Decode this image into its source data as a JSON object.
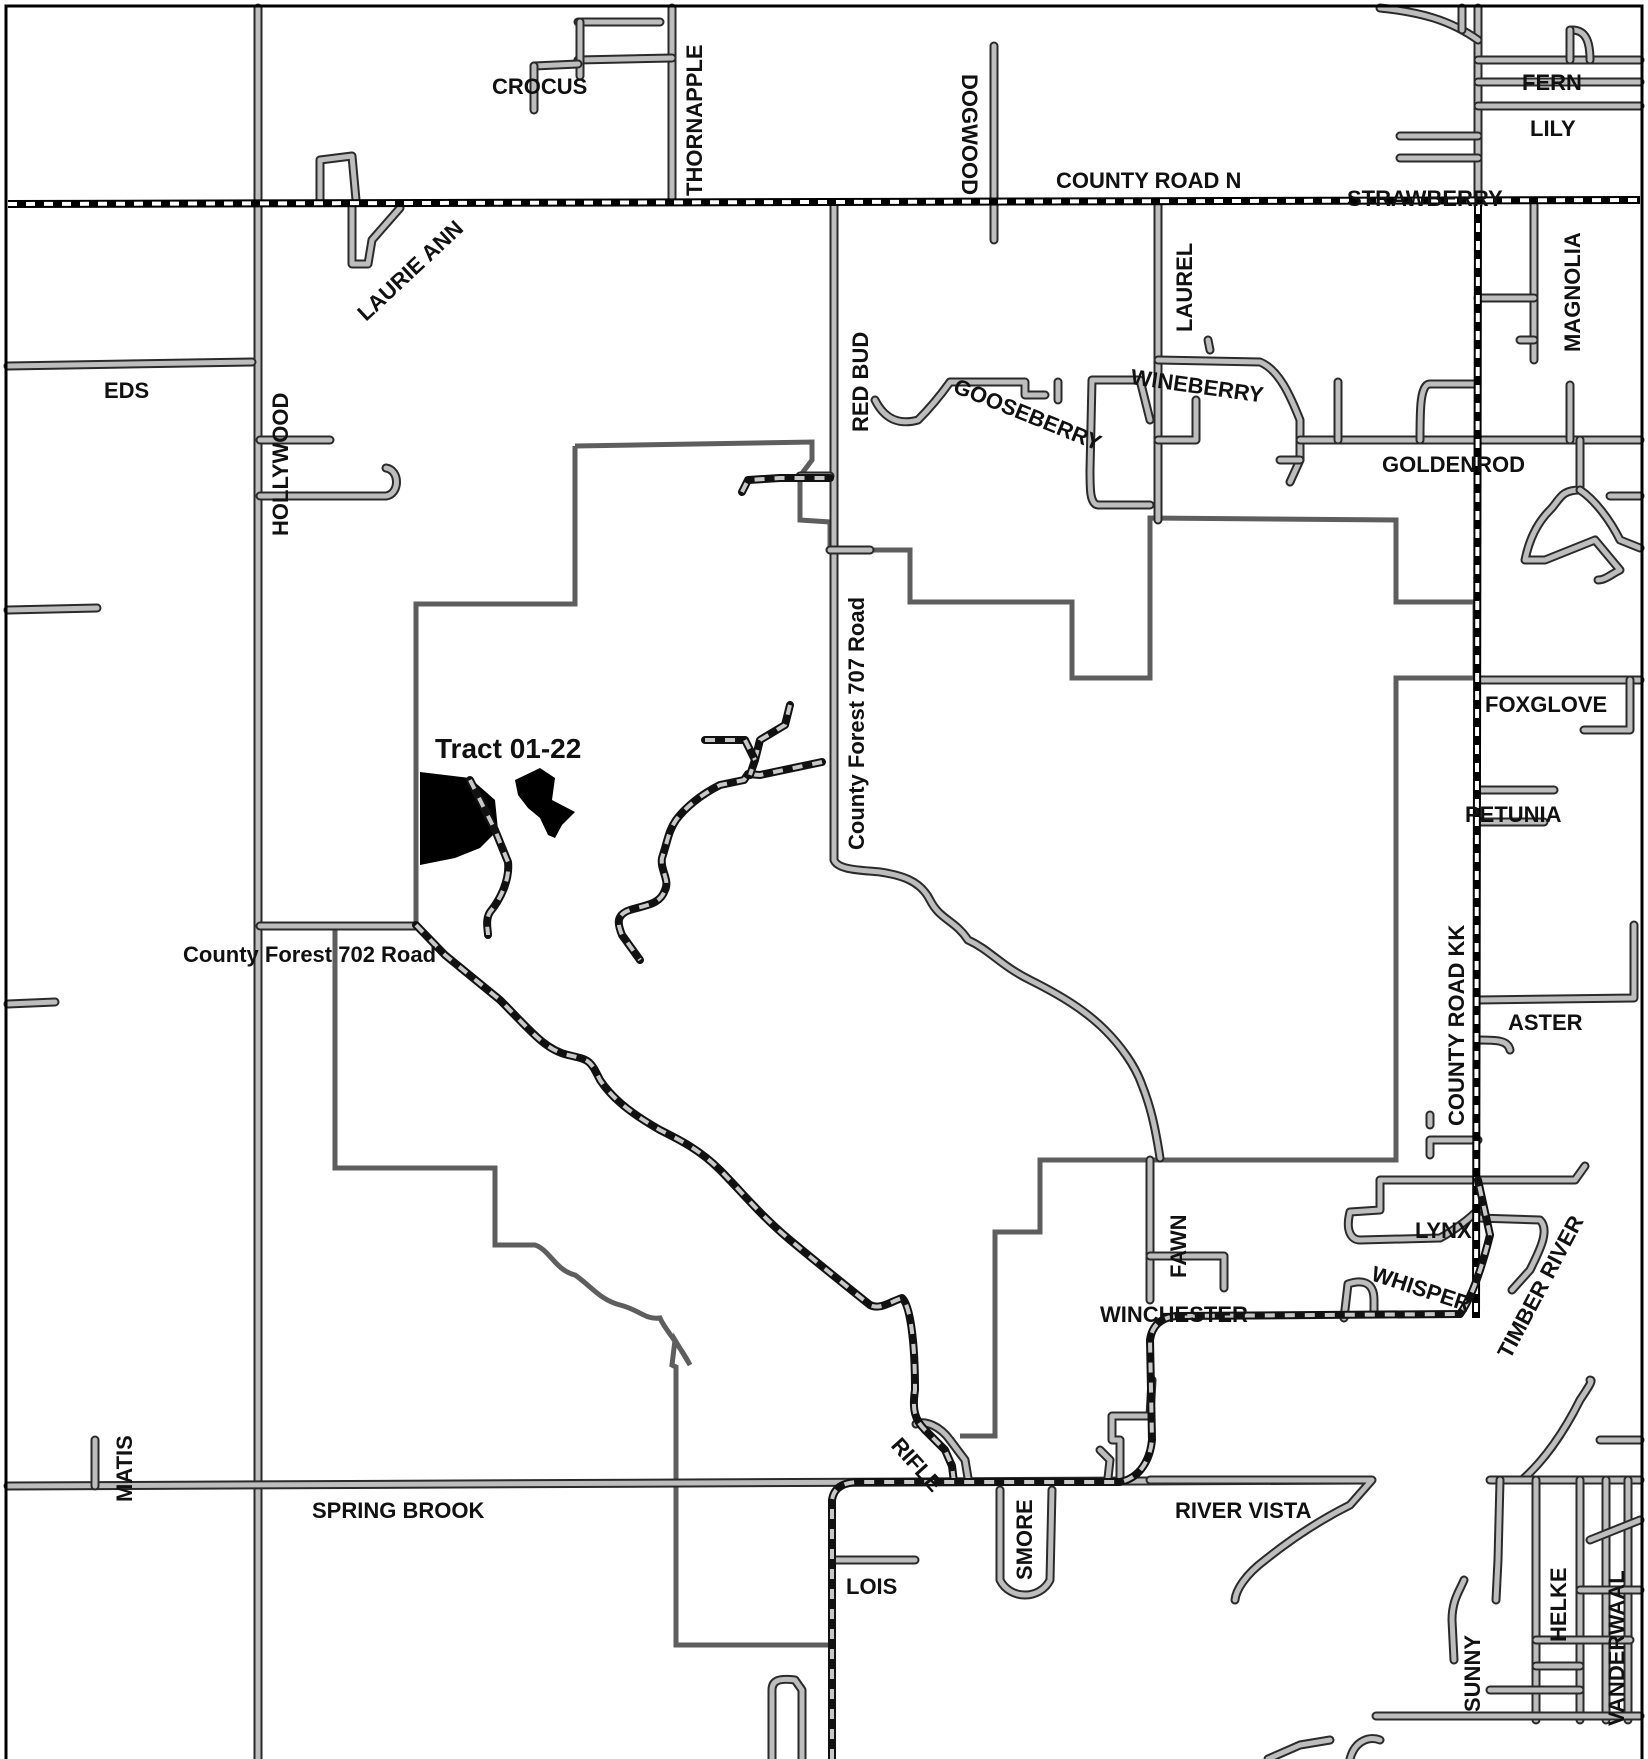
{
  "map": {
    "tract_label": "Tract 01-22",
    "road_labels": {
      "crocus": "CROCUS",
      "thornapple": "THORNAPPLE",
      "dogwood": "DOGWOOD",
      "fern": "FERN",
      "lily": "LILY",
      "county_road_n": "COUNTY ROAD N",
      "strawberry": "STRAWBERRY",
      "laurie_ann": "LAURIE ANN",
      "magnolia": "MAGNOLIA",
      "laurel": "LAUREL",
      "red_bud": "RED BUD",
      "eds": "EDS",
      "hollywood": "HOLLYWOOD",
      "wineberry": "WINEBERRY",
      "gooseberry": "GOOSEBERRY",
      "goldenrod": "GOLDENROD",
      "county_forest_707": "County Forest 707 Road",
      "foxglove": "FOXGLOVE",
      "petunia": "PETUNIA",
      "county_forest_702": "County Forest 702 Road",
      "county_road_kk": "COUNTY ROAD KK",
      "aster": "ASTER",
      "fawn": "FAWN",
      "lynx": "LYNX",
      "whisper": "WHISPER",
      "timber_river": "TIMBER RIVER",
      "winchester": "WINCHESTER",
      "rifle": "RIFLE",
      "matis": "MATIS",
      "spring_brook": "SPRING BROOK",
      "smore": "SMORE",
      "river_vista": "RIVER VISTA",
      "lois": "LOIS",
      "sunny": "SUNNY",
      "helke": "HELKE",
      "vanderwaal": "VANDERWAAL"
    }
  }
}
